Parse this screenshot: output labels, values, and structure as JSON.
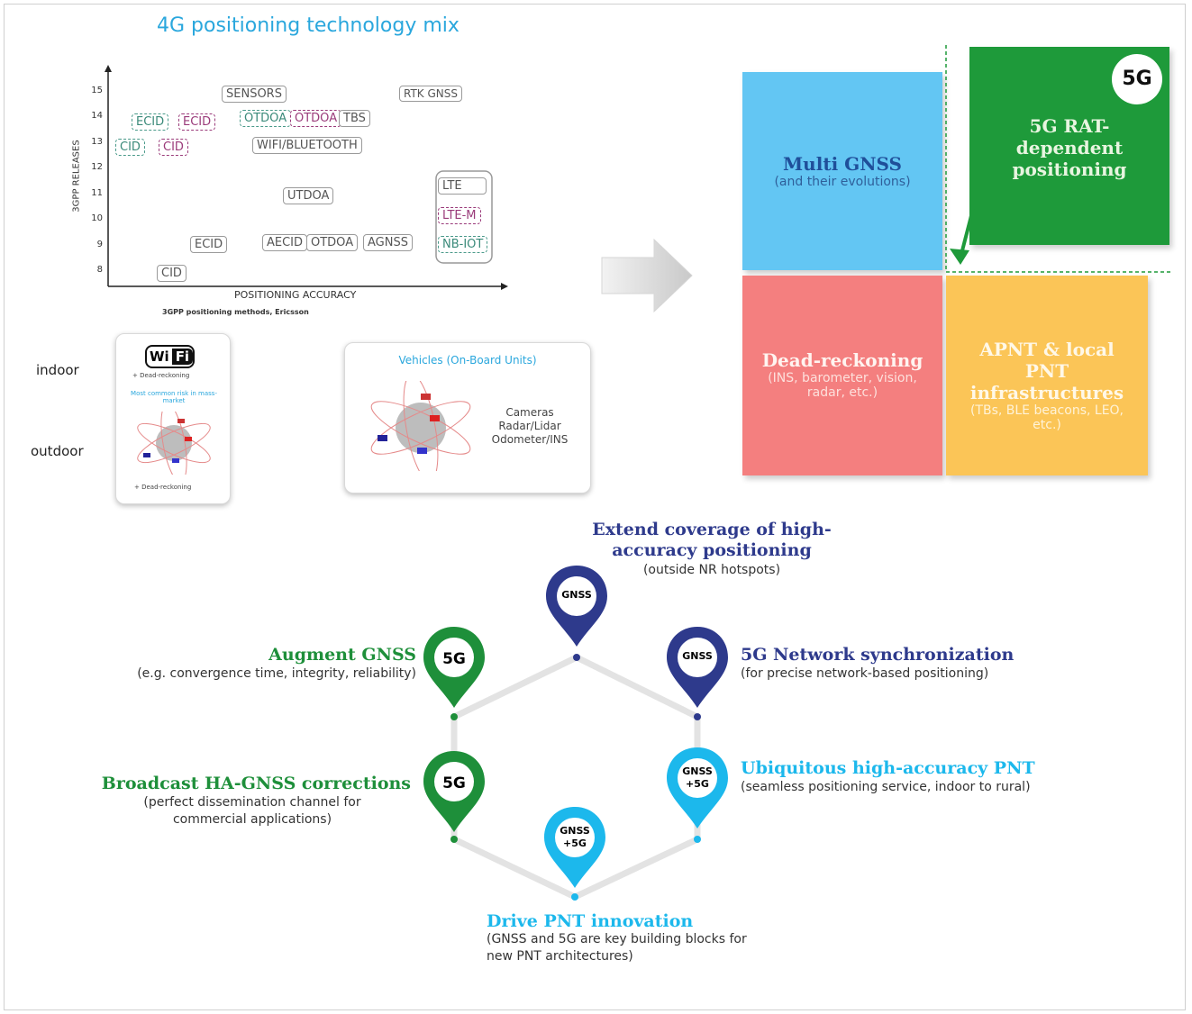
{
  "title": "4G positioning technology mix",
  "chart": {
    "ylabel": "3GPP RELEASES",
    "xlabel": "POSITIONING ACCURACY",
    "yticks": [
      "15",
      "14",
      "13",
      "12",
      "11",
      "10",
      "9",
      "8"
    ],
    "source": "3GPP positioning methods, Ericsson",
    "boxes": {
      "sensors": "SENSORS",
      "rtk": "RTK GNSS",
      "ecid14g": "ECID",
      "ecid14p": "ECID",
      "otdoa14g": "OTDOA",
      "otdoa14p": "OTDOA",
      "tbs": "TBS",
      "cid13g": "CID",
      "cid13p": "CID",
      "wifi": "WIFI/BLUETOOTH",
      "utdoa": "UTDOA",
      "lte": "LTE",
      "ltem": "LTE-M",
      "nbiot": "NB-IOT",
      "ecid9": "ECID",
      "aecid": "AECID",
      "otdoa9": "OTDOA",
      "agnss": "AGNSS",
      "cid8": "CID"
    }
  },
  "indoor": "indoor",
  "outdoor": "outdoor",
  "wifi_card": {
    "logo_wi": "Wi",
    "logo_fi": "Fi",
    "top": "+ Dead-reckoning",
    "mid": "Most common risk in mass-market",
    "bottom": "+ Dead-reckoning"
  },
  "vehicle_card": {
    "title": "Vehicles (On-Board Units)",
    "lines": [
      "Cameras",
      "Radar/Lidar",
      "Odometer/INS"
    ]
  },
  "quadrant": {
    "multi_gnss": {
      "title": "Multi GNSS",
      "sub": "(and their evolutions)"
    },
    "rat": {
      "title": "5G RAT-\ndependent\npositioning",
      "badge": "5G"
    },
    "dead": {
      "title": "Dead-reckoning",
      "sub": "(INS, barometer, vision, radar, etc.)"
    },
    "apnt": {
      "title": "APNT & local PNT infrastructures",
      "sub": "(TBs, BLE beacons, LEO, etc.)"
    }
  },
  "roadmap": {
    "extend": {
      "title": "Extend coverage of high-\naccuracy positioning",
      "sub": "(outside NR hotspots)"
    },
    "augment": {
      "title": "Augment GNSS",
      "sub": "(e.g. convergence time, integrity, reliability)"
    },
    "sync": {
      "title": "5G Network synchronization",
      "sub": "(for precise network-based positioning)"
    },
    "broadcast": {
      "title": "Broadcast HA-GNSS corrections",
      "sub": "(perfect dissemination  channel for\ncommercial  applications)"
    },
    "ubiquitous": {
      "title": "Ubiquitous  high-accuracy  PNT",
      "sub": "(seamless positioning service, indoor to rural)"
    },
    "drive": {
      "title": "Drive PNT innovation",
      "sub": "(GNSS and 5G are key building  blocks for\nnew PNT architectures)"
    },
    "pins": {
      "gnss": "GNSS",
      "fiveg": "5G",
      "gnss5g_a": "GNSS",
      "gnss5g_b": "+5G"
    }
  },
  "colors": {
    "blue_quad": "#63c6f3",
    "green_quad": "#1e9a3a",
    "red_quad": "#f47f7f",
    "orange_quad": "#fbc557",
    "navy_pin": "#2e3a8c",
    "green_pin": "#1e8f3a",
    "cyan_pin": "#1cb8ec",
    "title_blue": "#2aa7dd"
  }
}
